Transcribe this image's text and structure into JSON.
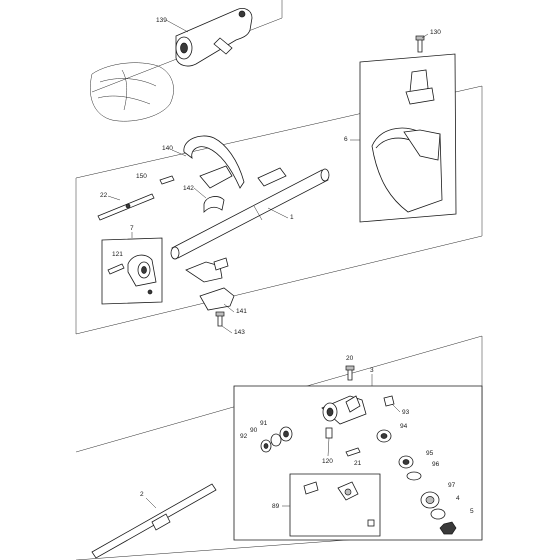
{
  "labels": {
    "l139": "139",
    "l130": "130",
    "l6": "6",
    "l140": "140",
    "l150": "150",
    "l22": "22",
    "l142": "142",
    "l1": "1",
    "l7": "7",
    "l121": "121",
    "l141": "141",
    "l143": "143",
    "l20": "20",
    "l3": "3",
    "l93": "93",
    "l91": "91",
    "l90": "90",
    "l92": "92",
    "l120": "120",
    "l94": "94",
    "l21": "21",
    "l95": "95",
    "l96": "96",
    "l2": "2",
    "l89": "89",
    "l97": "97",
    "l4": "4",
    "l5": "5"
  }
}
